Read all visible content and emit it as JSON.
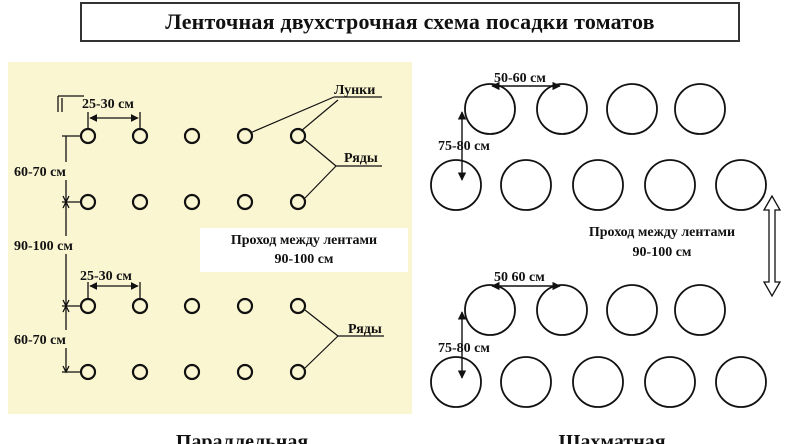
{
  "title": "Ленточная двухстрочная схема посадки томатов",
  "parallel": {
    "caption": "Параллельная",
    "dist_in_row_top": "25-30 см",
    "dist_in_row_bottom": "25-30 см",
    "row_gap_top": "60-70 см",
    "row_gap_bottom": "60-70 см",
    "band_gap": "90-100 см",
    "holes_label": "Лунки",
    "rows_label_top": "Ряды",
    "rows_label_bottom": "Ряды",
    "passage_label": "Проход между лентами",
    "passage_value": "90-100 см"
  },
  "staggered": {
    "caption": "Шахматная",
    "dist_top": "50-60 см",
    "dist_bottom": "50 60 см",
    "row_gap_top": "75-80 см",
    "row_gap_bottom": "75-80 см",
    "passage_label": "Проход между лентами",
    "passage_value": "90-100 см"
  }
}
